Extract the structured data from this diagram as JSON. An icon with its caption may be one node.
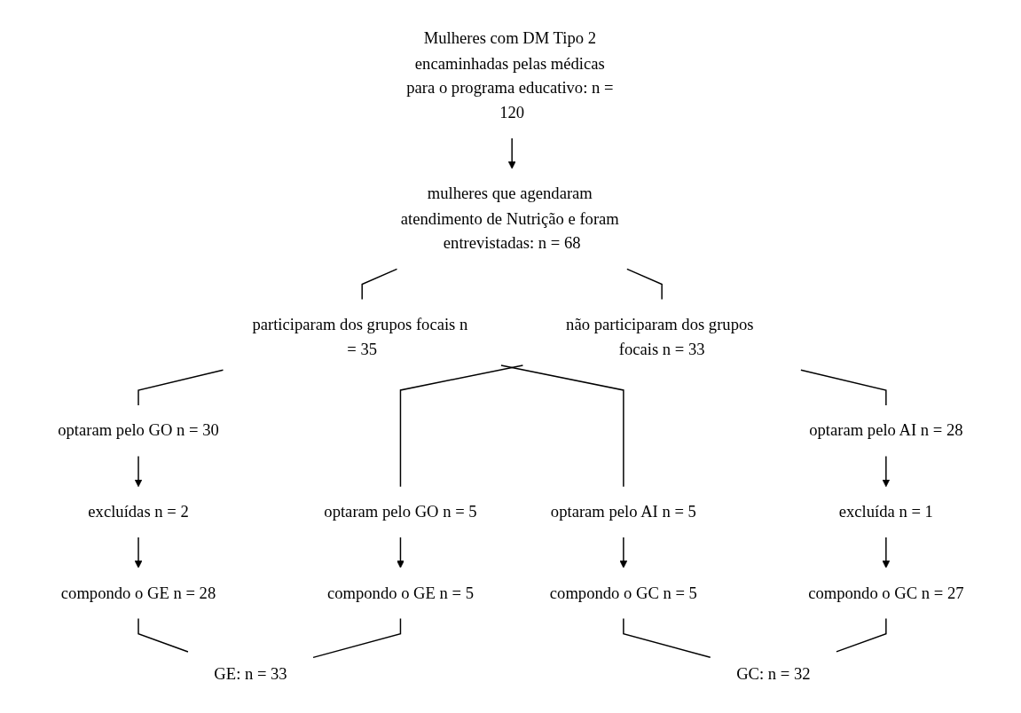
{
  "diagram": {
    "nodes": [
      {
        "text": [
          "Mulheres com DM Tipo 2 encaminhadas pelas médicas para o programa educativo: n = 120"
        ]
      },
      {
        "text": [
          "mulheres que agendaram atendimento de Nutrição e foram entrevistadas: n = 68"
        ]
      },
      {
        "text": [
          "participaram dos grupos focais n = 35"
        ]
      },
      {
        "text": [
          "não participaram dos grupos focais n = 33"
        ]
      },
      {
        "text": [
          "optaram pelo GO n = 30"
        ]
      },
      {
        "text": [
          "optaram pelo AI n = 5"
        ]
      },
      {
        "text": [
          "optaram pelo GO n = 5"
        ]
      },
      {
        "text": [
          "optaram pelo AI n = 28"
        ]
      },
      {
        "text": [
          "excluídas n = 2"
        ]
      },
      {
        "text": [
          "excluída n = 1"
        ]
      },
      {
        "text": [
          "compondo o GE n = 28"
        ]
      },
      {
        "text": [
          "compondo o GC n = 5"
        ]
      },
      {
        "text": [
          "compondo o GE n = 5"
        ]
      },
      {
        "text": [
          "compondo o GC n = 27"
        ]
      },
      {
        "text": [
          "GE: n = 33"
        ]
      },
      {
        "text": [
          "GC: n = 32"
        ]
      }
    ],
    "edges": [
      {
        "from": 0,
        "to": 1,
        "arrow": "to"
      },
      {
        "from": 1,
        "to": 2,
        "arrow": "none"
      },
      {
        "from": 1,
        "to": 3,
        "arrow": "none"
      },
      {
        "from": 2,
        "to": 4,
        "arrow": "none"
      },
      {
        "from": 2,
        "to": 5,
        "arrow": "none"
      },
      {
        "from": 3,
        "to": 6,
        "arrow": "none"
      },
      {
        "from": 3,
        "to": 7,
        "arrow": "none"
      },
      {
        "from": 4,
        "to": 8,
        "arrow": "to"
      },
      {
        "from": 8,
        "to": 10,
        "arrow": "to"
      },
      {
        "from": 5,
        "to": 11,
        "arrow": "to"
      },
      {
        "from": 6,
        "to": 12,
        "arrow": "to"
      },
      {
        "from": 7,
        "to": 9,
        "arrow": "to"
      },
      {
        "from": 9,
        "to": 13,
        "arrow": "to"
      },
      {
        "from": 10,
        "to": 14,
        "arrow": "none"
      },
      {
        "from": 12,
        "to": 14,
        "arrow": "none"
      },
      {
        "from": 11,
        "to": 15,
        "arrow": "none"
      },
      {
        "from": 13,
        "to": 15,
        "arrow": "none"
      }
    ]
  }
}
